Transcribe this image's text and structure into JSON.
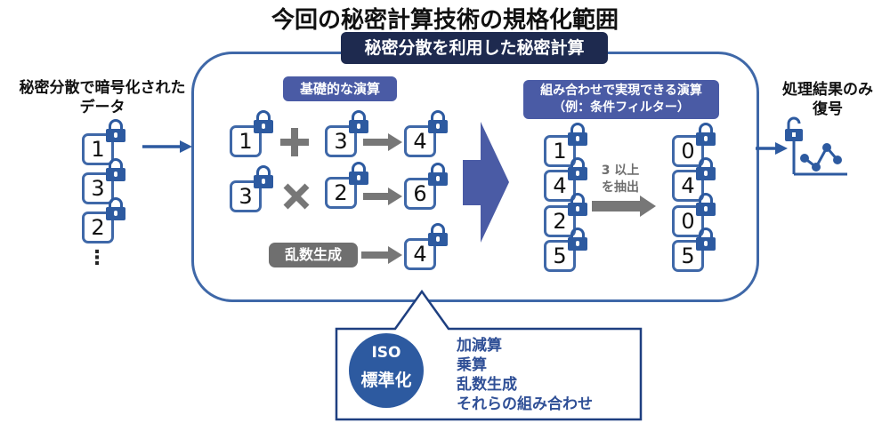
{
  "title": "今回の秘密計算技術の規格化範囲",
  "main_label": "秘密分散を利用した秘密計算",
  "left_caption": [
    "秘密分散で暗号化された",
    "データ"
  ],
  "left_values": [
    "1",
    "3",
    "2"
  ],
  "left_ellipsis": "⋮",
  "basic": {
    "label": "基礎的な演算",
    "add": {
      "a": "1",
      "op": "+",
      "b": "3",
      "result": "4"
    },
    "mul": {
      "a": "3",
      "op": "×",
      "b": "2",
      "result": "6"
    },
    "random": {
      "label": "乱数生成",
      "result": "4"
    }
  },
  "combo": {
    "label_line1": "組み合わせで実現できる演算",
    "label_line2": "（例：条件フィルター）",
    "input_values": [
      "1",
      "4",
      "2",
      "5"
    ],
    "filter_line1": "3 以上",
    "filter_line2": "を抽出",
    "output_values": [
      "0",
      "4",
      "0",
      "5"
    ]
  },
  "right_caption": [
    "処理結果のみ",
    "復号"
  ],
  "iso": {
    "badge_line1": "ISO",
    "badge_line2": "標準化",
    "items": [
      "加減算",
      "乗算",
      "乱数生成",
      "それらの組み合わせ"
    ]
  },
  "colors": {
    "frame_blue": "#3f68a8",
    "lock_blue": "#2d5aa0",
    "navy": "#1e2a4f",
    "label_purple_blue": "#4a5ba5",
    "gray": "#6f6f6f",
    "big_arrow": "#4a5ba5"
  }
}
